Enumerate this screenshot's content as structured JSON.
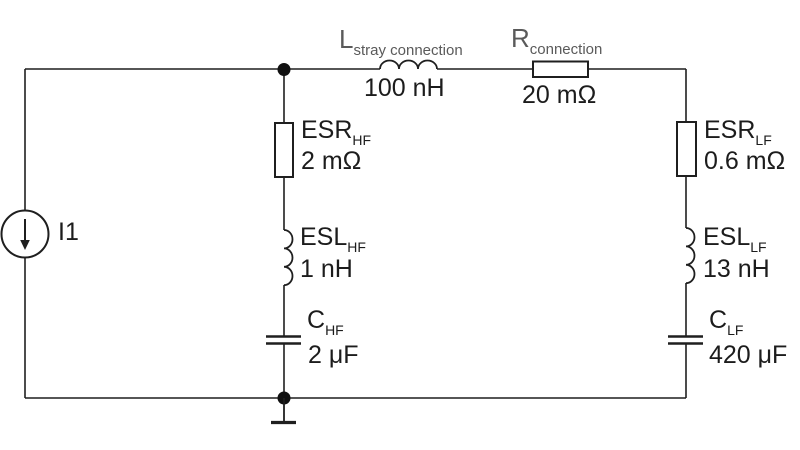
{
  "diagram": {
    "kind": "circuit-schematic",
    "background": "#ffffff",
    "line_color": "#1f1f1f",
    "gray_label_color": "#5a5a5a",
    "text_color": "#1c1c1c"
  },
  "source": {
    "name": "I1"
  },
  "components": {
    "l_stray": {
      "main": "L",
      "sub": "stray connection",
      "value": "100 nH"
    },
    "r_conn": {
      "main": "R",
      "sub": "connection",
      "value": "20 mΩ"
    },
    "esr_hf": {
      "main": "ESR",
      "sub": "HF",
      "value": "2 mΩ"
    },
    "esl_hf": {
      "main": "ESL",
      "sub": "HF",
      "value": "1 nH"
    },
    "c_hf": {
      "main": "C",
      "sub": "HF",
      "value": "2 μF"
    },
    "esr_lf": {
      "main": "ESR",
      "sub": "LF",
      "value": "0.6 mΩ"
    },
    "esl_lf": {
      "main": "ESL",
      "sub": "LF",
      "value": "13 nH"
    },
    "c_lf": {
      "main": "C",
      "sub": "LF",
      "value": "420 μF"
    }
  }
}
